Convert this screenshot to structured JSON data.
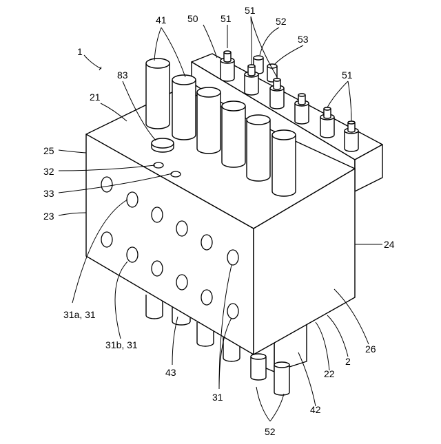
{
  "labels": {
    "l1": "1",
    "l21": "21",
    "l22": "22",
    "l2": "2",
    "l23": "23",
    "l24": "24",
    "l25": "25",
    "l26": "26",
    "l31": "31",
    "l31a": "31a, 31",
    "l31b": "31b, 31",
    "l32": "32",
    "l33": "33",
    "l41": "41",
    "l42": "42",
    "l43": "43",
    "l50": "50",
    "l51a": "51",
    "l51b": "51",
    "l51c": "51",
    "l52top": "52",
    "l52bot": "52",
    "l53": "53",
    "l83": "83"
  }
}
